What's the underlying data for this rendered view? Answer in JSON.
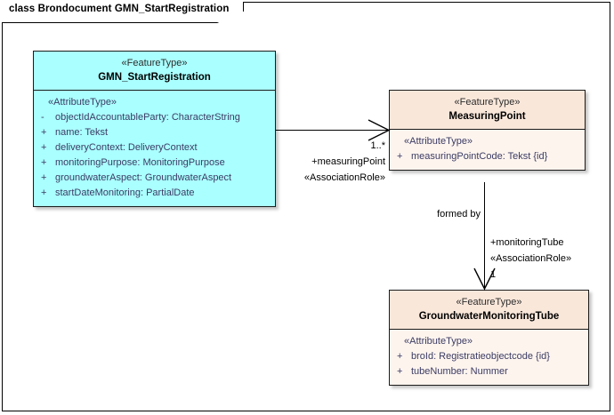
{
  "frame": {
    "title": "class Brondocument GMN_StartRegistration"
  },
  "classes": [
    {
      "id": "gmn-startregistration",
      "stereotype": "«FeatureType»",
      "name": "GMN_StartRegistration",
      "compartment_stereotype": "«AttributeType»",
      "attributes": [
        {
          "visibility": "-",
          "text": "objectIdAccountableParty: CharacterString"
        },
        {
          "visibility": "+",
          "text": "name: Tekst"
        },
        {
          "visibility": "+",
          "text": "deliveryContext: DeliveryContext"
        },
        {
          "visibility": "+",
          "text": "monitoringPurpose: MonitoringPurpose"
        },
        {
          "visibility": "+",
          "text": "groundwaterAspect: GroundwaterAspect"
        },
        {
          "visibility": "+",
          "text": "startDateMonitoring: PartialDate"
        }
      ],
      "fill": "#aaffff"
    },
    {
      "id": "measuringpoint",
      "stereotype": "«FeatureType»",
      "name": "MeasuringPoint",
      "compartment_stereotype": "«AttributeType»",
      "attributes": [
        {
          "visibility": "+",
          "text": "measuringPointCode: Tekst {id}"
        }
      ],
      "fill": "#f9e7da"
    },
    {
      "id": "groundwatermonitoringtube",
      "stereotype": "«FeatureType»",
      "name": "GroundwaterMonitoringTube",
      "compartment_stereotype": "«AttributeType»",
      "attributes": [
        {
          "visibility": "+",
          "text": "broId: Registratieobjectcode {id}"
        },
        {
          "visibility": "+",
          "text": "tubeNumber: Nummer"
        }
      ],
      "fill": "#f9e7da"
    }
  ],
  "associations": [
    {
      "id": "gmn-to-measuringpoint",
      "from": "GMN_StartRegistration",
      "to": "MeasuringPoint",
      "multiplicity": "1..*",
      "role": "+measuringPoint",
      "role_stereotype": "«AssociationRole»",
      "name": ""
    },
    {
      "id": "measuringpoint-to-tube",
      "from": "MeasuringPoint",
      "to": "GroundwaterMonitoringTube",
      "multiplicity": "1",
      "role": "+monitoringTube",
      "role_stereotype": "«AssociationRole»",
      "name": "formed by"
    }
  ]
}
